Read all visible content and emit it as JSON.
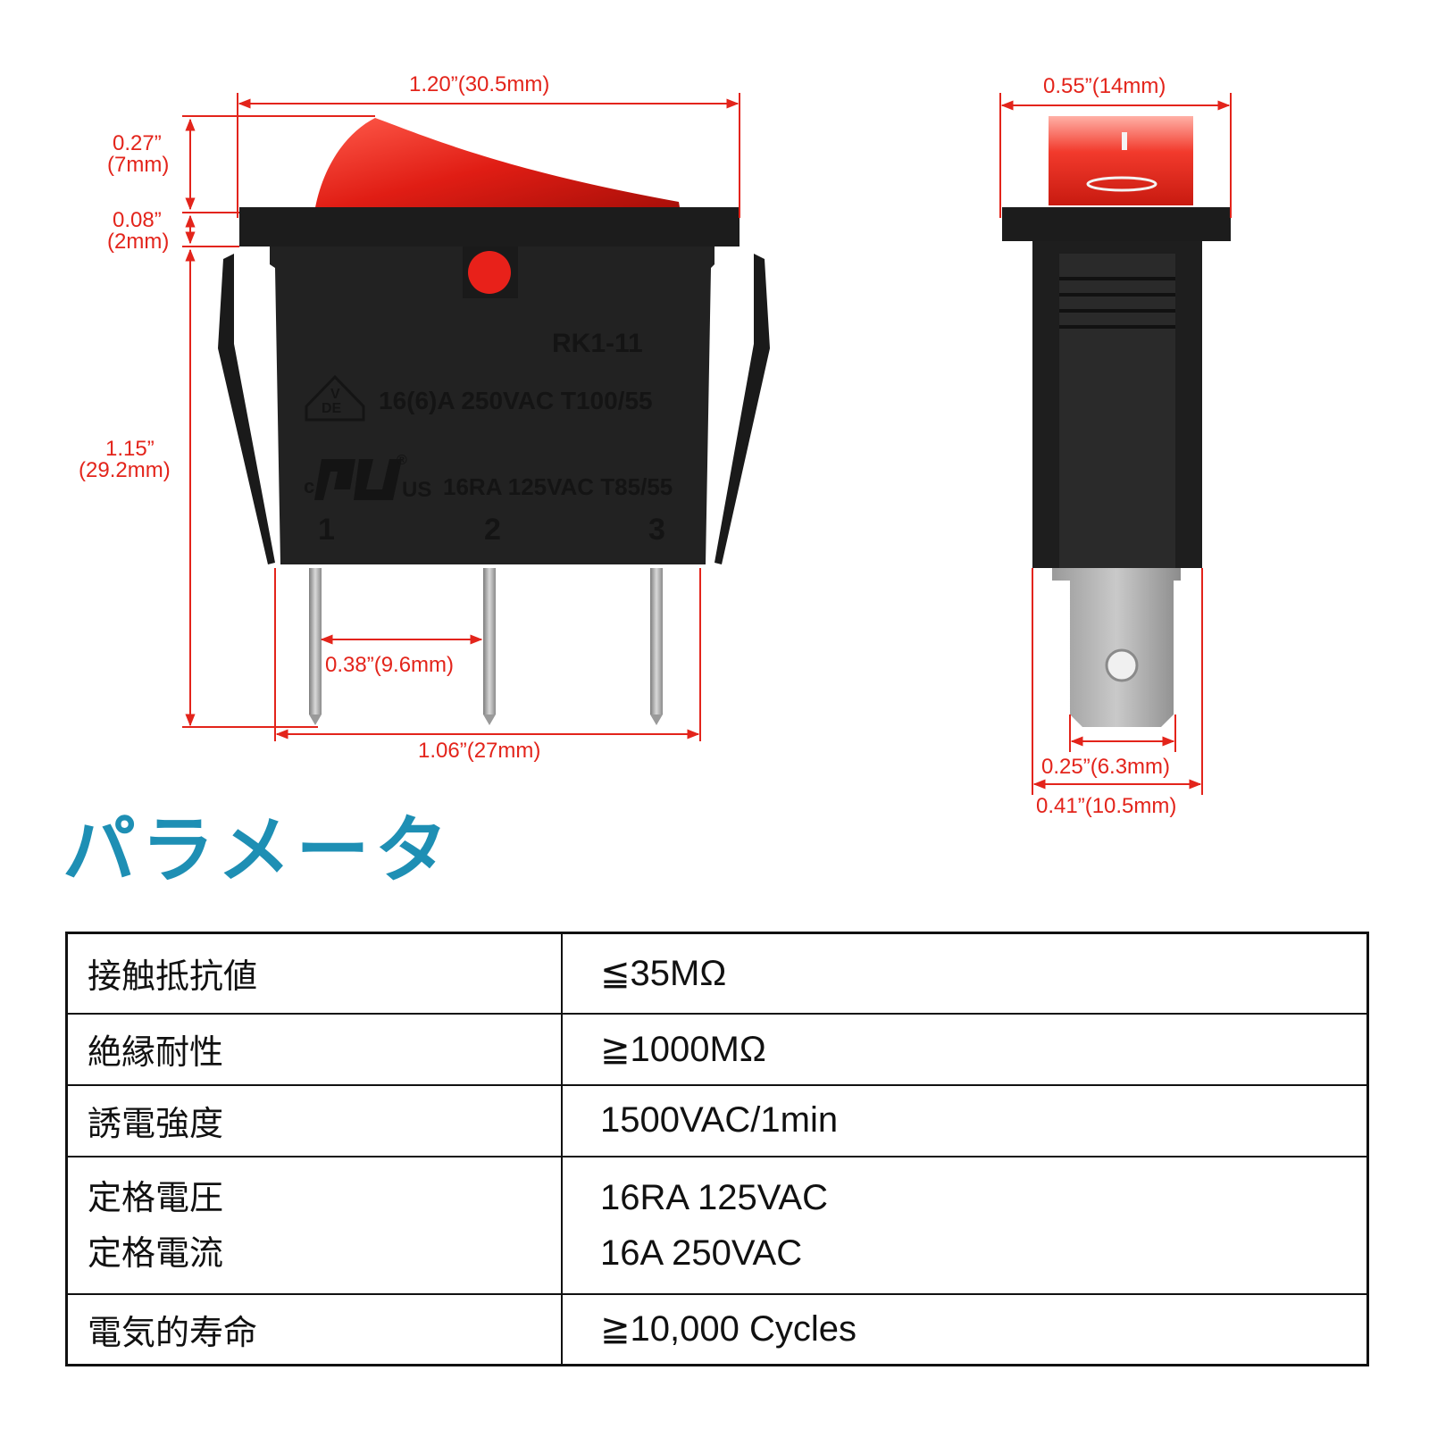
{
  "dimensions": {
    "front_width": "1.20”(30.5mm)",
    "rocker_height_in": "0.27”",
    "rocker_height_mm": "(7mm)",
    "bezel_thickness_in": "0.08”",
    "bezel_thickness_mm": "(2mm)",
    "body_height_in": "1.15”",
    "body_height_mm": "(29.2mm)",
    "pin_pitch": "0.38”(9.6mm)",
    "body_width": "1.06”(27mm)",
    "side_width": "0.55”(14mm)",
    "terminal_width": "0.25”(6.3mm)",
    "side_body_width": "0.41”(10.5mm)"
  },
  "switch_markings": {
    "model": "RK1-11",
    "vde_mark_v": "V",
    "vde_mark_de": "DE",
    "rating_vde": "16(6)A  250VAC  T100/55",
    "ul_c": "c",
    "ul_us": "US",
    "ul_reg": "®",
    "rating_ul": "16RA  125VAC  T85/55",
    "pin_1": "1",
    "pin_2": "2",
    "pin_3": "3",
    "rocker_on": "I",
    "rocker_off": "O"
  },
  "title": "パラメータ",
  "parameters": [
    {
      "label": "接触抵抗値",
      "value": "≦35MΩ"
    },
    {
      "label": "絶縁耐性",
      "value": "≧1000MΩ"
    },
    {
      "label": "誘電強度",
      "value": "1500VAC/1min"
    },
    {
      "label_1": "定格電圧",
      "label_2": "定格電流",
      "value_1": "16RA 125VAC",
      "value_2": "16A 250VAC"
    },
    {
      "label": "電気的寿命",
      "value": "≧10,000 Cycles"
    }
  ],
  "colors": {
    "dimension": "#e3241b",
    "title": "#1e8fb4",
    "switch_body": "#1b1b1b",
    "rocker": "#e6261f"
  }
}
